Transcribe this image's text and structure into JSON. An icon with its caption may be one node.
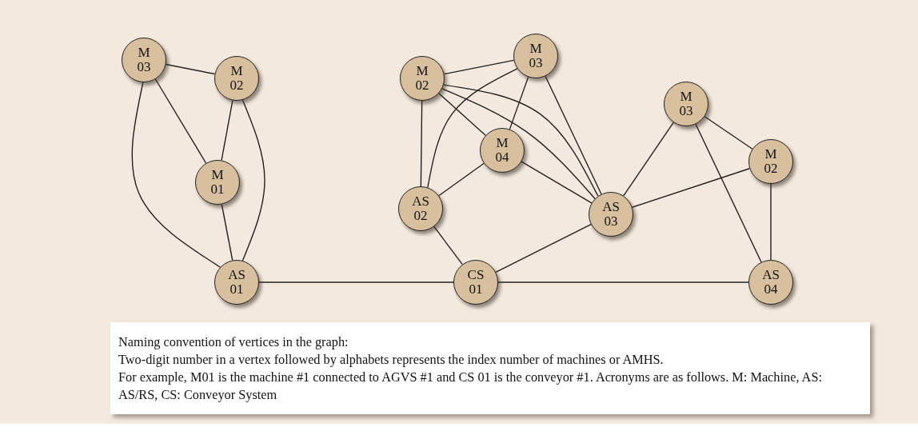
{
  "diagram": {
    "nodes": [
      {
        "text": [
          "M 03"
        ]
      },
      {
        "text": [
          "M 02"
        ]
      },
      {
        "text": [
          "M 01"
        ]
      },
      {
        "text": [
          "AS 01"
        ]
      },
      {
        "text": [
          "M 02"
        ]
      },
      {
        "text": [
          "M 03"
        ]
      },
      {
        "text": [
          "M 04"
        ]
      },
      {
        "text": [
          "AS 02"
        ]
      },
      {
        "text": [
          "AS 03"
        ]
      },
      {
        "text": [
          "CS 01"
        ]
      },
      {
        "text": [
          "M 03"
        ]
      },
      {
        "text": [
          "M 02"
        ]
      },
      {
        "text": [
          "AS 04"
        ]
      }
    ],
    "edges": [
      {
        "from": 0,
        "to": 1,
        "arrow": "none"
      },
      {
        "from": 0,
        "to": 2,
        "arrow": "none"
      },
      {
        "from": 1,
        "to": 2,
        "arrow": "none"
      },
      {
        "from": 2,
        "to": 3,
        "arrow": "none"
      },
      {
        "from": 0,
        "to": 3,
        "arrow": "none"
      },
      {
        "from": 1,
        "to": 3,
        "arrow": "none"
      },
      {
        "from": 3,
        "to": 9,
        "arrow": "none"
      },
      {
        "from": 4,
        "to": 5,
        "arrow": "none"
      },
      {
        "from": 4,
        "to": 6,
        "arrow": "none"
      },
      {
        "from": 4,
        "to": 7,
        "arrow": "none"
      },
      {
        "from": 4,
        "to": 8,
        "arrow": "none"
      },
      {
        "from": 4,
        "to": 8,
        "arrow": "none"
      },
      {
        "from": 5,
        "to": 6,
        "arrow": "none"
      },
      {
        "from": 5,
        "to": 7,
        "arrow": "none"
      },
      {
        "from": 5,
        "to": 8,
        "arrow": "none"
      },
      {
        "from": 6,
        "to": 7,
        "arrow": "none"
      },
      {
        "from": 6,
        "to": 8,
        "arrow": "none"
      },
      {
        "from": 7,
        "to": 9,
        "arrow": "none"
      },
      {
        "from": 8,
        "to": 9,
        "arrow": "none"
      },
      {
        "from": 10,
        "to": 8,
        "arrow": "none"
      },
      {
        "from": 10,
        "to": 11,
        "arrow": "none"
      },
      {
        "from": 10,
        "to": 12,
        "arrow": "none"
      },
      {
        "from": 11,
        "to": 8,
        "arrow": "none"
      },
      {
        "from": 11,
        "to": 12,
        "arrow": "none"
      },
      {
        "from": 12,
        "to": 9,
        "arrow": "none"
      }
    ],
    "labels": [
      "Naming convention of vertices in the graph:",
      "Two-digit number in a vertex followed by alphabets represents the index number of machines or AMHS.",
      "For example, M01 is the machine #1 connected to AGVS #1 and CS 01 is the conveyor #1. Acronyms are as follows.  M: Machine, AS: AS/RS,  CS: Conveyor System"
    ]
  }
}
